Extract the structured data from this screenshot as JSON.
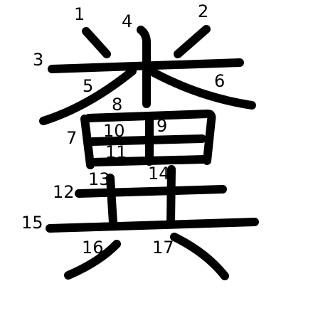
{
  "character": "糞",
  "stroke_color": "#000000",
  "background_color": "#ffffff",
  "strokes": [
    {
      "n": "1",
      "label": "1"
    },
    {
      "n": "2",
      "label": "2"
    },
    {
      "n": "3",
      "label": "3"
    },
    {
      "n": "4",
      "label": "4"
    },
    {
      "n": "5",
      "label": "5"
    },
    {
      "n": "6",
      "label": "6"
    },
    {
      "n": "7",
      "label": "7"
    },
    {
      "n": "8",
      "label": "8"
    },
    {
      "n": "9",
      "label": "9"
    },
    {
      "n": "10",
      "label": "10"
    },
    {
      "n": "11",
      "label": "11"
    },
    {
      "n": "12",
      "label": "12"
    },
    {
      "n": "13",
      "label": "13"
    },
    {
      "n": "14",
      "label": "14"
    },
    {
      "n": "15",
      "label": "15"
    },
    {
      "n": "16",
      "label": "16"
    },
    {
      "n": "17",
      "label": "17"
    }
  ]
}
